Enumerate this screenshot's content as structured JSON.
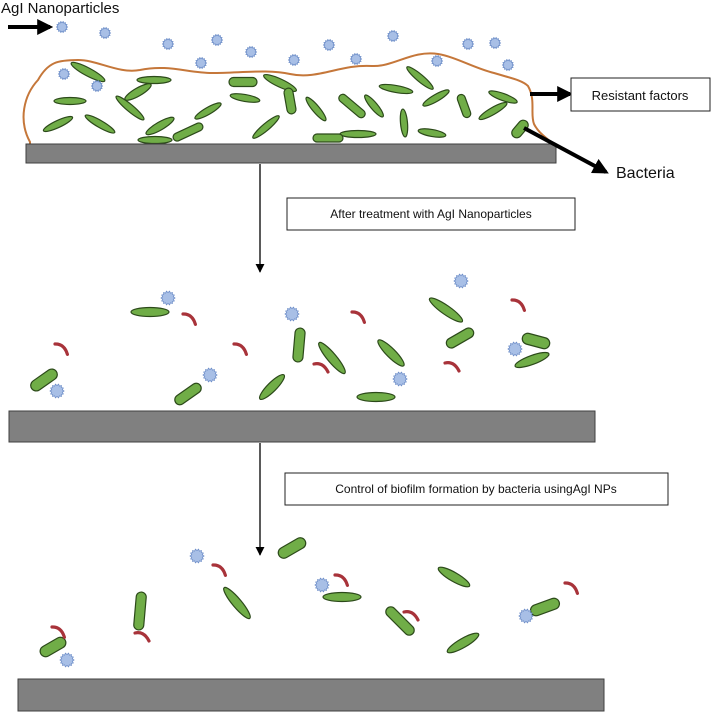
{
  "labels": {
    "nanoparticles": "AgI Nanoparticles",
    "resistant": "Resistant factors",
    "bacteria": "Bacteria",
    "step1": "After treatment with AgI Nanoparticles",
    "step2": "Control of biofilm formation by bacteria usingAgI NPs"
  },
  "colors": {
    "bacterium_fill": "#70ad47",
    "bacterium_stroke": "#2c4a1a",
    "nanoparticle_fill": "#a8bfe6",
    "nanoparticle_stroke": "#6f8fc9",
    "biofilm_outline": "#c5773a",
    "debris": "#a8333a",
    "surface_fill": "#808080",
    "surface_stroke": "#3f3f3f"
  }
}
